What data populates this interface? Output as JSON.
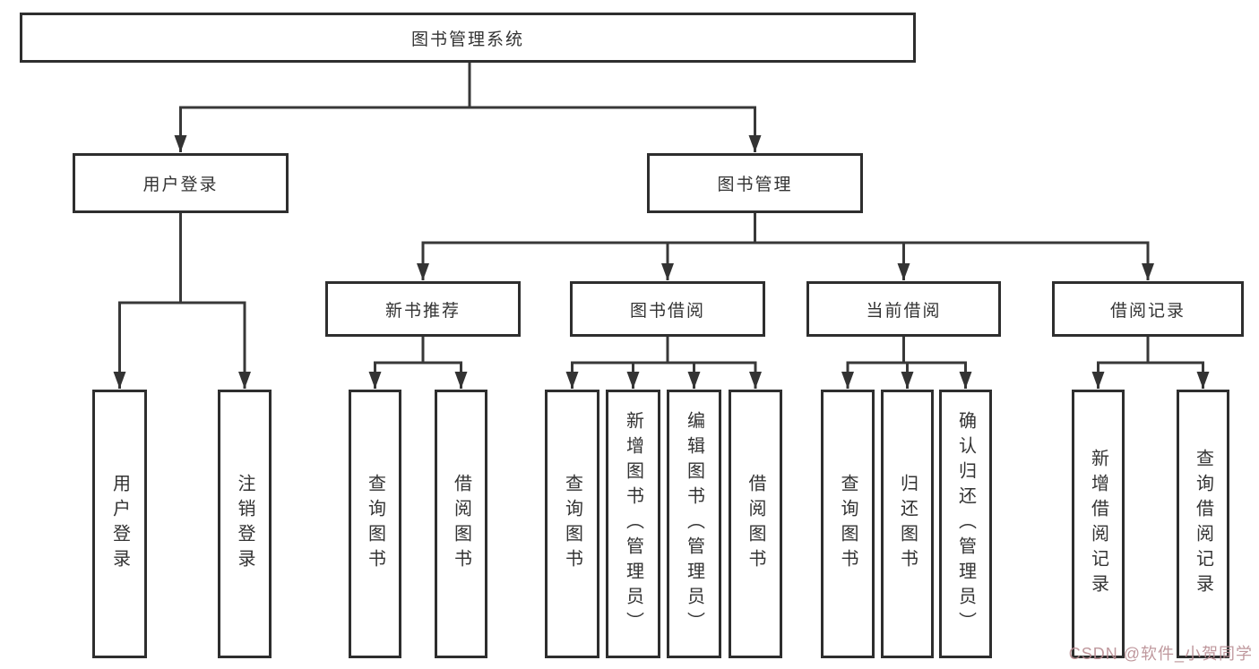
{
  "diagram": {
    "root": {
      "label": "图书管理系统"
    },
    "level1": [
      {
        "label": "用户登录"
      },
      {
        "label": "图书管理"
      }
    ],
    "level2": [
      {
        "label": "新书推荐"
      },
      {
        "label": "图书借阅"
      },
      {
        "label": "当前借阅"
      },
      {
        "label": "借阅记录"
      }
    ],
    "leaves": {
      "user_login": [
        "用户登录",
        "注销登录"
      ],
      "new_book": [
        "查询图书",
        "借阅图书"
      ],
      "borrow": [
        "查询图书",
        "新增图书（管理员）",
        "编辑图书（管理员）",
        "借阅图书"
      ],
      "current": [
        "查询图书",
        "归还图书",
        "确认归还（管理员）"
      ],
      "records": [
        "新增借阅记录",
        "查询借阅记录"
      ]
    },
    "line_color": "#383838"
  },
  "watermark": {
    "text": "CSDN @软件_小贺同学",
    "color": "#b98d93"
  }
}
